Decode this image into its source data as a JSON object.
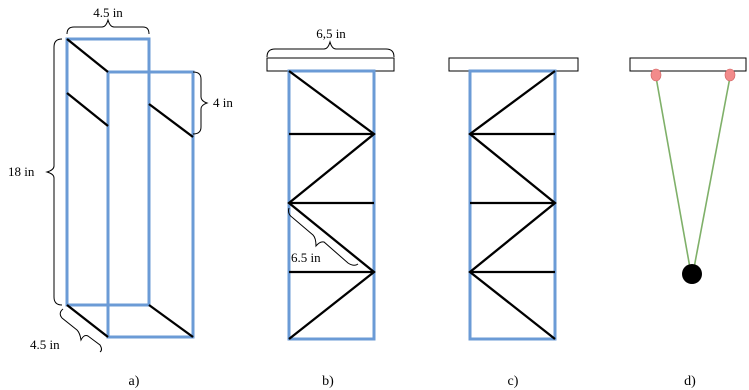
{
  "figure": {
    "a": {
      "caption": "a)",
      "dim_top": "4.5 in",
      "dim_side": "4 in",
      "dim_height": "18 in",
      "dim_bottom": "4.5 in"
    },
    "b": {
      "caption": "b)",
      "dim_width": "6,5 in",
      "dim_diag": "6.5 in"
    },
    "c": {
      "caption": "c)"
    },
    "d": {
      "caption": "d)"
    }
  },
  "colors": {
    "frame": "#6b9bd6",
    "brace": "#000000",
    "wire": "#7fb069",
    "clamp": "#f28b8b",
    "weight": "#000000"
  }
}
